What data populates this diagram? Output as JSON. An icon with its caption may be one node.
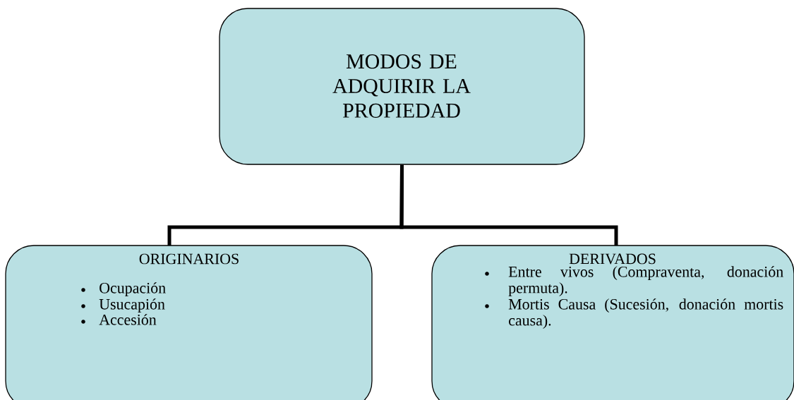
{
  "diagram": {
    "nodes": [
      {
        "text": [
          "MODOS DE ADQUIRIR LA PROPIEDAD"
        ]
      },
      {
        "text": [
          "ORIGINARIOS",
          "Ocupación",
          "Usucapión",
          "Accesión"
        ]
      },
      {
        "text": [
          "DERIVADOS",
          "Entre vivos (Compraventa, donación permuta).",
          "Mortis Causa (Sucesión, donación mortis causa)."
        ]
      }
    ],
    "edges": [
      {
        "from": 0,
        "to": 1,
        "arrow": "none"
      },
      {
        "from": 0,
        "to": 2,
        "arrow": "none"
      }
    ]
  }
}
